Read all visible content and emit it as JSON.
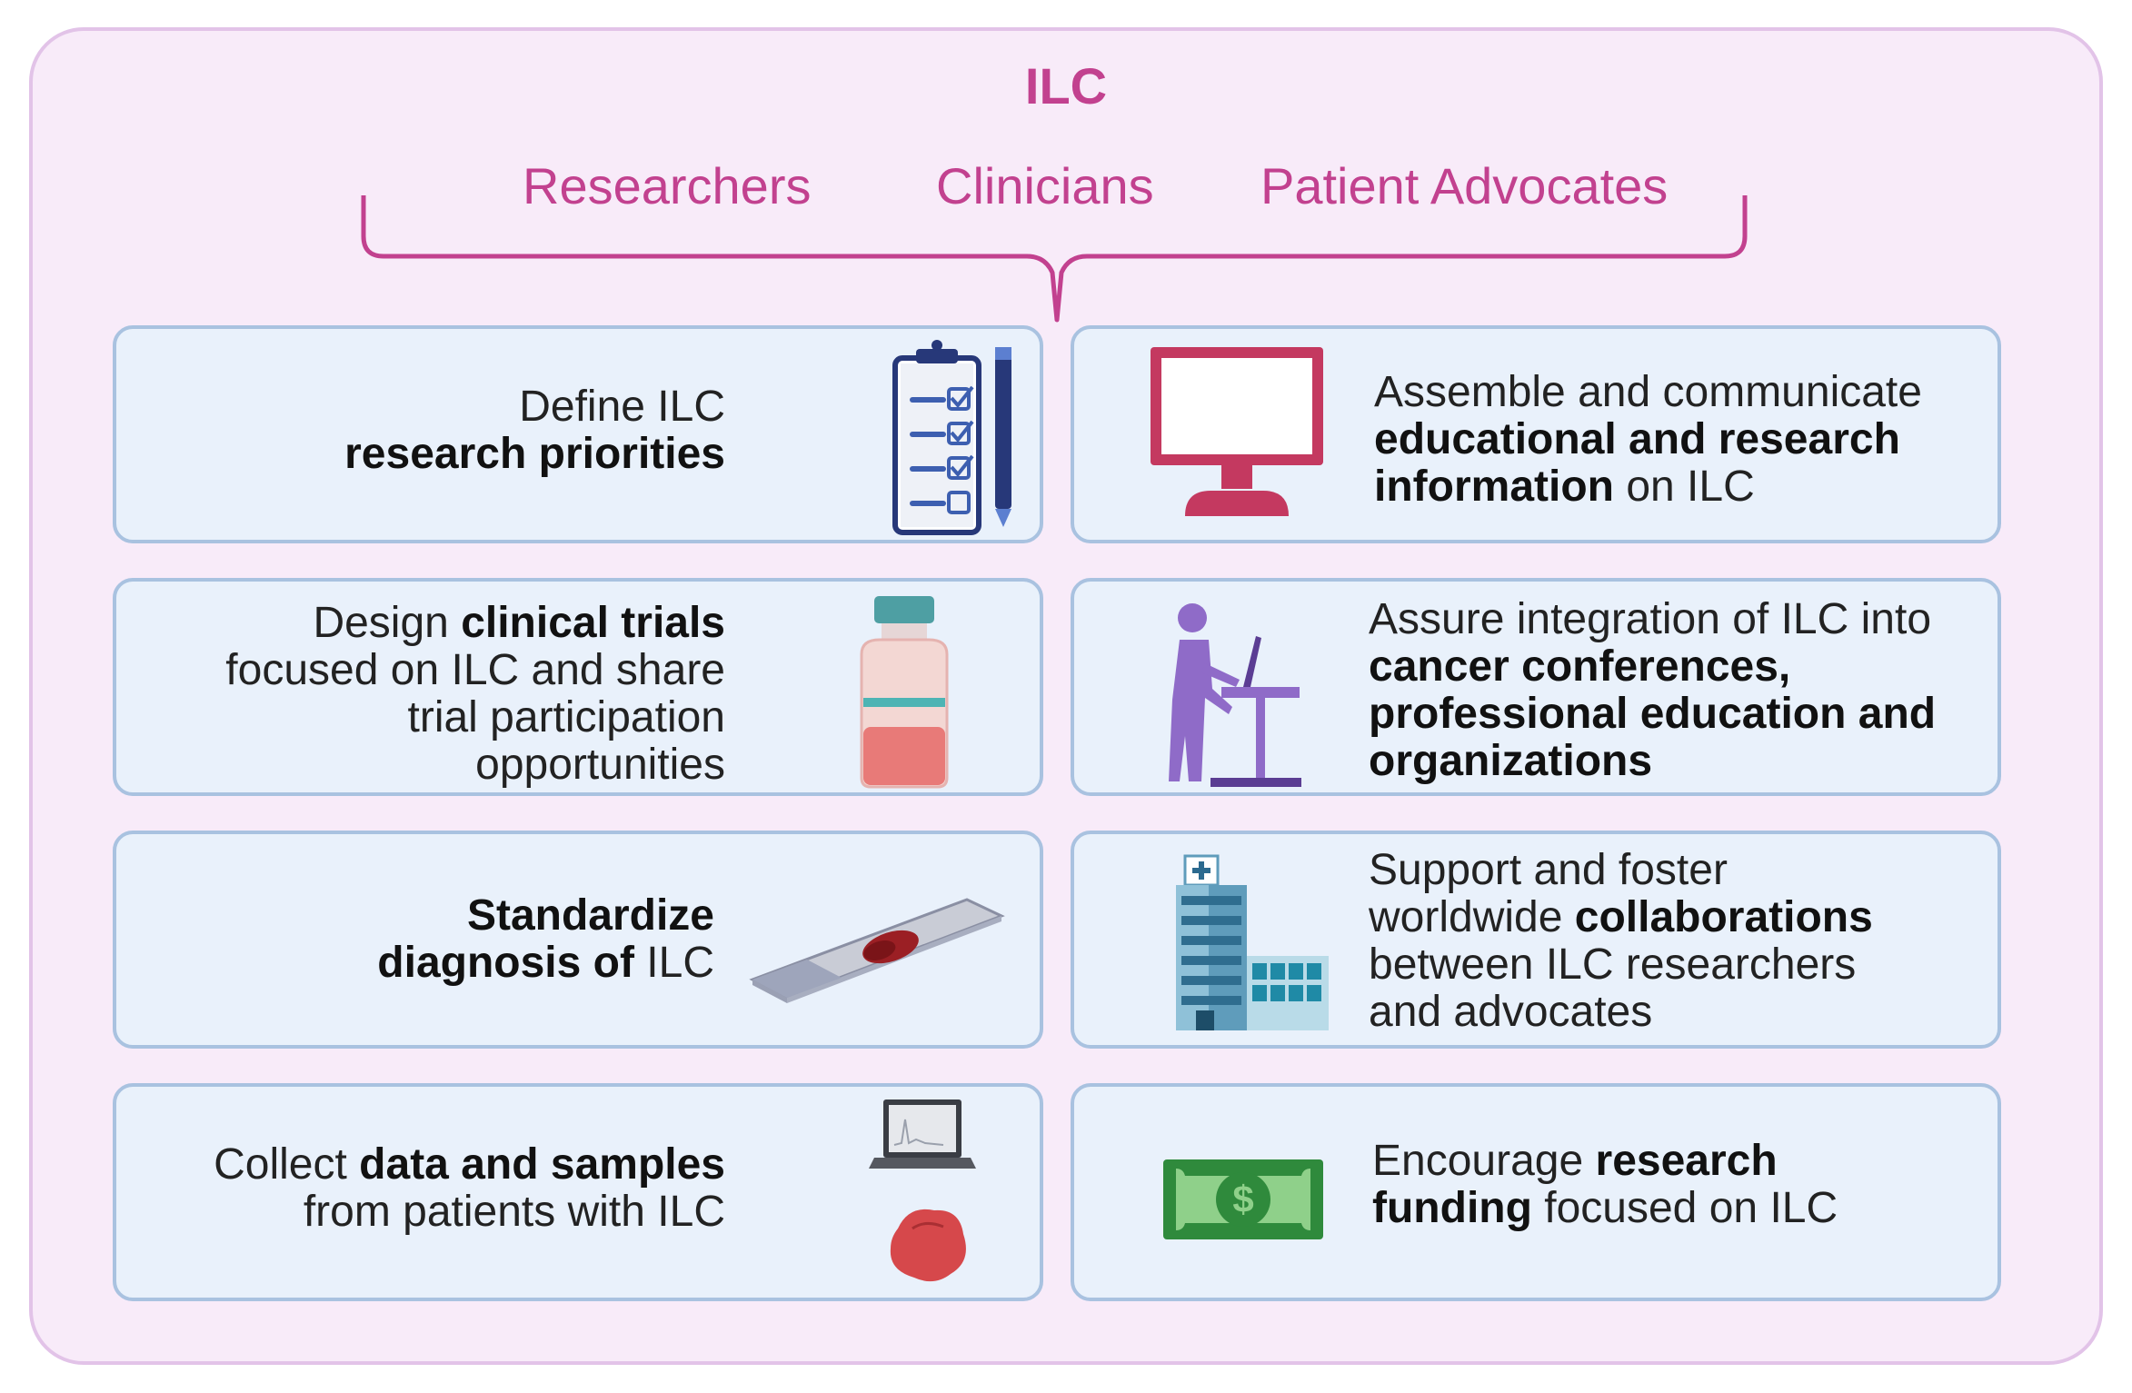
{
  "title": "ILC",
  "roles": [
    "Researchers",
    "Clinicians",
    "Patient Advocates"
  ],
  "left_cards": [
    {
      "lines": [
        [
          {
            "t": "Define ILC",
            "b": false
          }
        ],
        [
          {
            "t": "research priorities",
            "b": true
          }
        ]
      ],
      "icon": "clipboard-checklist-icon"
    },
    {
      "lines": [
        [
          {
            "t": "Design ",
            "b": false
          },
          {
            "t": "clinical trials",
            "b": true
          }
        ],
        [
          {
            "t": "focused on ILC and share",
            "b": false
          }
        ],
        [
          {
            "t": "trial participation",
            "b": false
          }
        ],
        [
          {
            "t": "opportunities",
            "b": false
          }
        ]
      ],
      "icon": "medicine-vial-icon"
    },
    {
      "lines": [
        [
          {
            "t": "Standardize",
            "b": true
          }
        ],
        [
          {
            "t": "diagnosis of",
            "b": true
          },
          {
            "t": " ILC",
            "b": false
          }
        ]
      ],
      "icon": "microscope-slide-icon"
    },
    {
      "lines": [
        [
          {
            "t": "Collect ",
            "b": false
          },
          {
            "t": "data and samples",
            "b": true
          }
        ],
        [
          {
            "t": "from patients with ILC",
            "b": false
          }
        ]
      ],
      "icon": "laptop-tissue-sample-icon"
    }
  ],
  "right_cards": [
    {
      "lines": [
        [
          {
            "t": "Assemble and communicate",
            "b": false
          }
        ],
        [
          {
            "t": "educational and research",
            "b": true
          }
        ],
        [
          {
            "t": "information",
            "b": true
          },
          {
            "t": " on ILC",
            "b": false
          }
        ]
      ],
      "icon": "computer-monitor-icon"
    },
    {
      "lines": [
        [
          {
            "t": "Assure integration of ILC into",
            "b": false
          }
        ],
        [
          {
            "t": "cancer conferences,",
            "b": true
          }
        ],
        [
          {
            "t": "professional education and",
            "b": true
          }
        ],
        [
          {
            "t": "organizations",
            "b": true
          }
        ]
      ],
      "icon": "person-at-lectern-icon"
    },
    {
      "lines": [
        [
          {
            "t": "Support and foster",
            "b": false
          }
        ],
        [
          {
            "t": "worldwide ",
            "b": false
          },
          {
            "t": "collaborations",
            "b": true
          }
        ],
        [
          {
            "t": "between ILC researchers",
            "b": false
          }
        ],
        [
          {
            "t": "and advocates",
            "b": false
          }
        ]
      ],
      "icon": "hospital-building-icon"
    },
    {
      "lines": [
        [
          {
            "t": "Encourage ",
            "b": false
          },
          {
            "t": "research",
            "b": true
          }
        ],
        [
          {
            "t": "funding",
            "b": true
          },
          {
            "t": " focused on ILC",
            "b": false
          }
        ]
      ],
      "icon": "dollar-bill-icon"
    }
  ],
  "colors": {
    "accent": "#c2418f",
    "panel_bg": "#f8ebf9",
    "card_bg": "#e9f1fb",
    "card_border": "#a9c2e0"
  }
}
